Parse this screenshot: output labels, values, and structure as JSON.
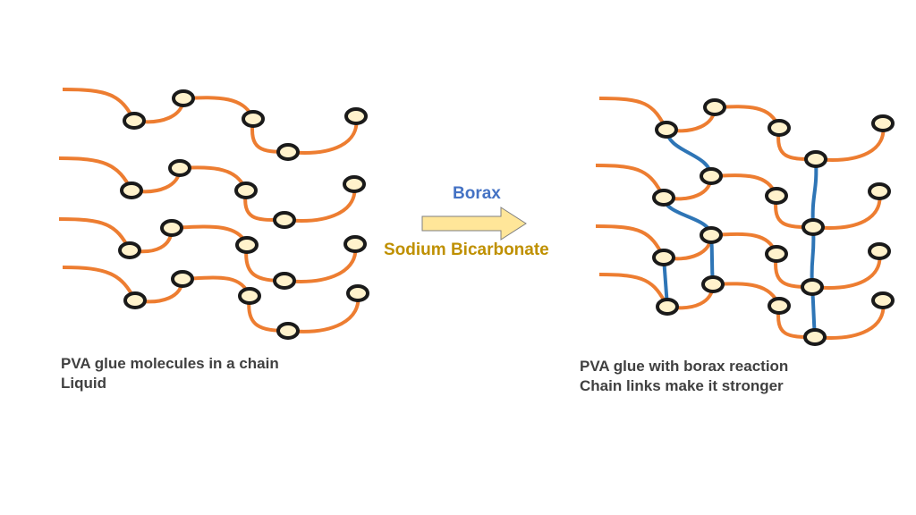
{
  "left_caption": {
    "line1": "PVA glue molecules in a chain",
    "line2": "Liquid"
  },
  "right_caption": {
    "line1": "PVA glue with borax reaction",
    "line2": "Chain links make it stronger"
  },
  "arrow": {
    "top_label": "Borax",
    "bottom_label": "Sodium Bicarbonate"
  },
  "colors": {
    "chain": "#ED7D31",
    "bead_fill": "#FFF2CC",
    "bead_stroke": "#1A1A1A",
    "crosslink": "#2E75B6",
    "borax_text": "#4472C4",
    "soda_text": "#BF9000",
    "arrow_fill": "#FFE699",
    "arrow_stroke": "#7F7F7F"
  }
}
